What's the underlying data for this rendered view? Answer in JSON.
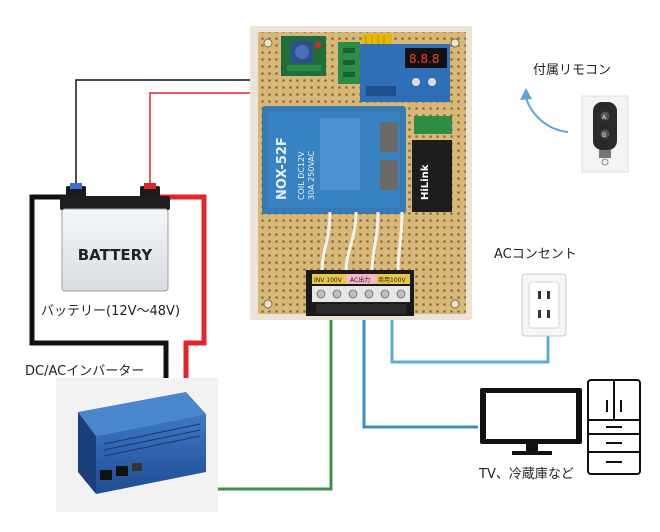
{
  "labels": {
    "remote": "付属リモコン",
    "ac_outlet": "ACコンセント",
    "battery_caption": "バッテリー(12V～48V)",
    "inverter": "DC/ACインバーター",
    "appliances": "TV、冷蔵庫など"
  },
  "battery": {
    "text": "BATTERY"
  },
  "relay_module": {
    "model": "NOX-52F",
    "spec_line1": "COIL DC12V",
    "spec_line2": "30A 250VAC"
  },
  "psu": {
    "brand": "HiLink"
  },
  "terminal_block": {
    "labels": [
      "INV 100V",
      "AC出力",
      "商用100V"
    ]
  },
  "colors": {
    "wire_red": "#e0262a",
    "wire_black": "#111111",
    "wire_green": "#3f8f4a",
    "wire_blue": "#3a8fbf",
    "board": "#d8b97c",
    "relay_blue": "#2f77b7",
    "inverter_blue": "#2a5ea8",
    "remote_arrow": "#5aa7d6"
  },
  "icons": [
    "remote-control-icon",
    "signal-arrow-icon",
    "ac-outlet-icon",
    "tv-icon",
    "refrigerator-icon",
    "battery-icon",
    "inverter-icon"
  ]
}
